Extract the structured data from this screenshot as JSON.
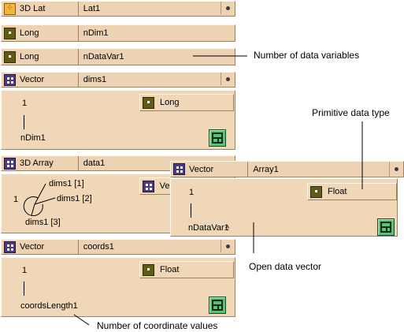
{
  "lattice": {
    "type": "3D Lat",
    "name": "Lat1"
  },
  "ndim": {
    "type": "Long",
    "name": "nDim1"
  },
  "ndatavar": {
    "type": "Long",
    "name": "nDataVar1"
  },
  "dims": {
    "type": "Vector",
    "name": "dims1",
    "count_label": "1",
    "length_label": "nDim1",
    "element_type": "Long"
  },
  "data": {
    "type": "3D Array",
    "name": "data1",
    "index_labels": [
      "dims1 [1]",
      "dims1 [2]",
      "dims1 [3]"
    ],
    "value_label": "1",
    "hidden_type_fragment": "Vec"
  },
  "popup": {
    "type": "Vector",
    "name": "Array1",
    "count_label": "1",
    "length_label": "nDataVar1",
    "element_type": "Float"
  },
  "coords": {
    "type": "Vector",
    "name": "coords1",
    "count_label": "1",
    "length_label": "coordsLength1",
    "element_type": "Float"
  },
  "callouts": {
    "num_data_vars": "Number of data variables",
    "primitive_type": "Primitive data type",
    "open_vector": "Open data vector",
    "num_coord_values": "Number of coordinate values"
  },
  "icons": {
    "lattice": "lattice-icon",
    "long": "long-type-icon",
    "vector": "vector-grid-icon",
    "expand": "expand-green-icon"
  }
}
